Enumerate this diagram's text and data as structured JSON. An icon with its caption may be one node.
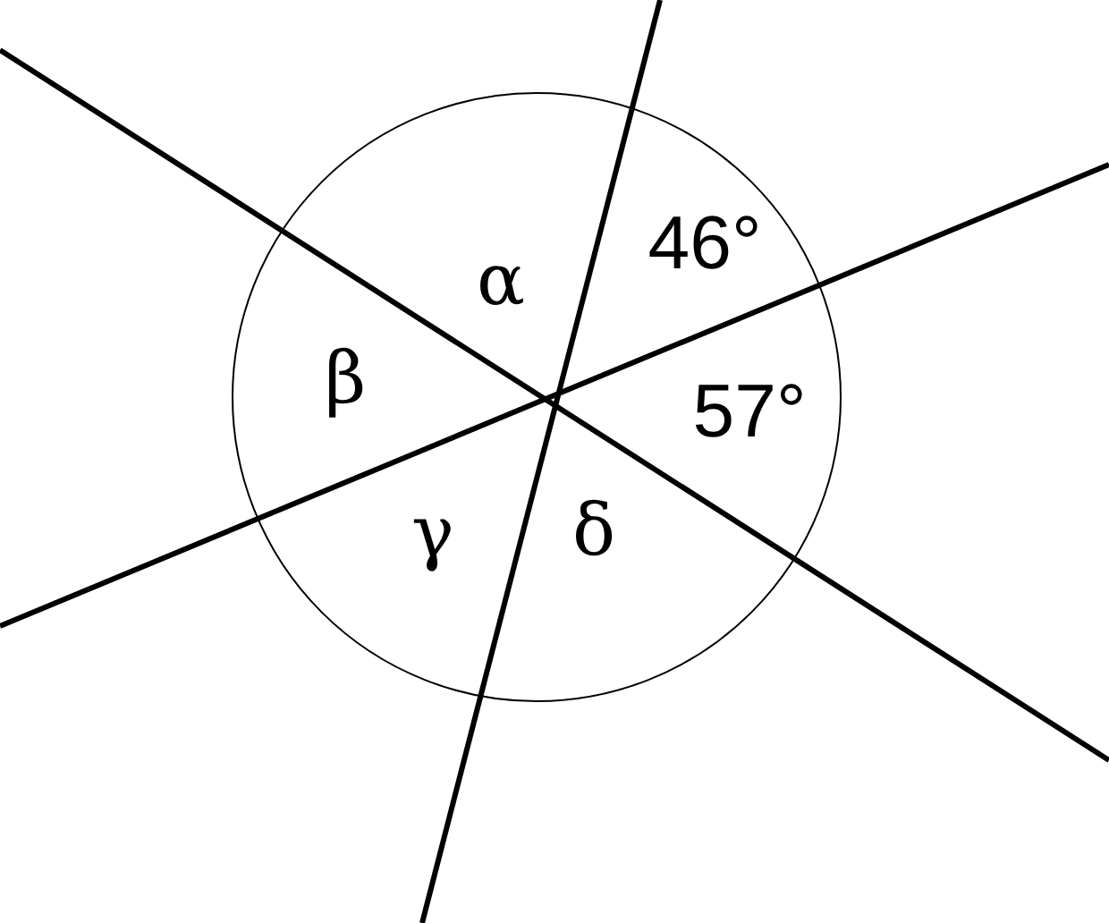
{
  "diagram": {
    "labels": [
      "α",
      "46°",
      "β",
      "57°",
      "γ",
      "δ"
    ]
  }
}
